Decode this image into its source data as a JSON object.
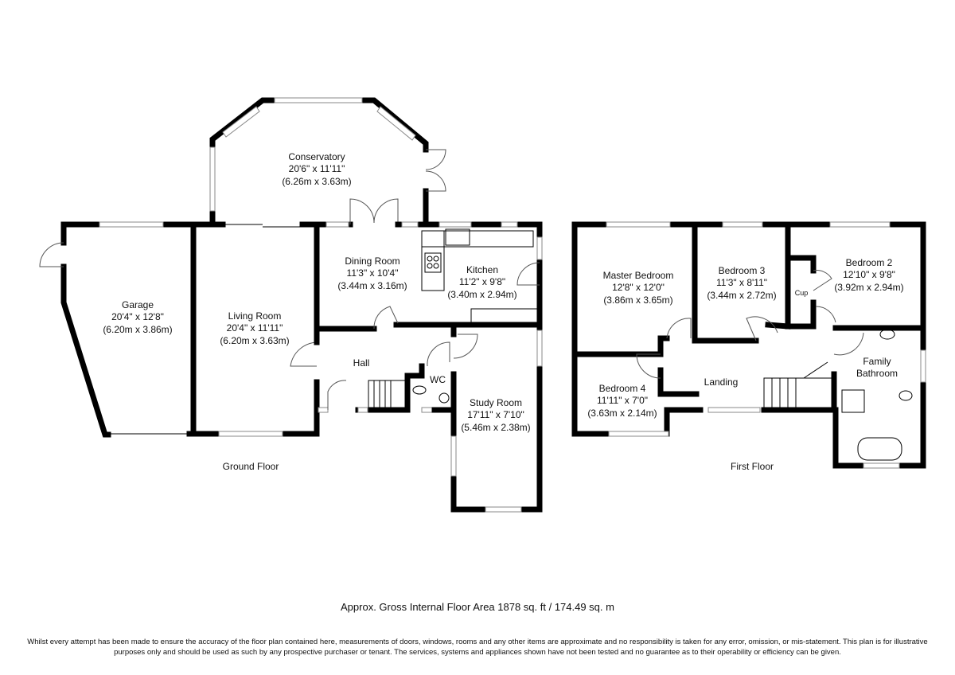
{
  "ground_floor": {
    "label": "Ground Floor",
    "rooms": [
      {
        "name": "Conservatory",
        "size_imperial": "20'6\" x 11'11\"",
        "size_metric": "(6.26m x 3.63m)"
      },
      {
        "name": "Garage",
        "size_imperial": "20'4\" x 12'8\"",
        "size_metric": "(6.20m x 3.86m)"
      },
      {
        "name": "Living Room",
        "size_imperial": "20'4\" x 11'11\"",
        "size_metric": "(6.20m x 3.63m)"
      },
      {
        "name": "Dining Room",
        "size_imperial": "11'3\" x 10'4\"",
        "size_metric": "(3.44m x 3.16m)"
      },
      {
        "name": "Kitchen",
        "size_imperial": "11'2\" x 9'8\"",
        "size_metric": "(3.40m x 2.94m)"
      },
      {
        "name": "Study Room",
        "size_imperial": "17'11\" x 7'10\"",
        "size_metric": "(5.46m x 2.38m)"
      },
      {
        "name": "Hall"
      },
      {
        "name": "WC"
      }
    ]
  },
  "first_floor": {
    "label": "First Floor",
    "rooms": [
      {
        "name": "Master Bedroom",
        "size_imperial": "12'8\" x 12'0\"",
        "size_metric": "(3.86m x 3.65m)"
      },
      {
        "name": "Bedroom 3",
        "size_imperial": "11'3\" x 8'11\"",
        "size_metric": "(3.44m x 2.72m)"
      },
      {
        "name": "Bedroom 2",
        "size_imperial": "12'10\" x 9'8\"",
        "size_metric": "(3.92m x 2.94m)"
      },
      {
        "name": "Bedroom 4",
        "size_imperial": "11'11\" x 7'0\"",
        "size_metric": "(3.63m x 2.14m)"
      },
      {
        "name": "Cup"
      },
      {
        "name": "Landing"
      },
      {
        "name": "Family",
        "name2": "Bathroom"
      }
    ]
  },
  "area_text": "Approx. Gross Internal Floor Area 1878 sq. ft / 174.49 sq. m",
  "disclaimer": "Whilst every attempt has been made to ensure the accuracy of the floor plan contained here, measurements of doors, windows, rooms and any other items are approximate and no responsibility is taken for any error, omission, or mis-statement. This plan is for illustrative purposes only and should be used as such by any prospective purchaser or tenant. The services, systems and appliances shown have not been tested and no guarantee as to their operability or efficiency can be given."
}
